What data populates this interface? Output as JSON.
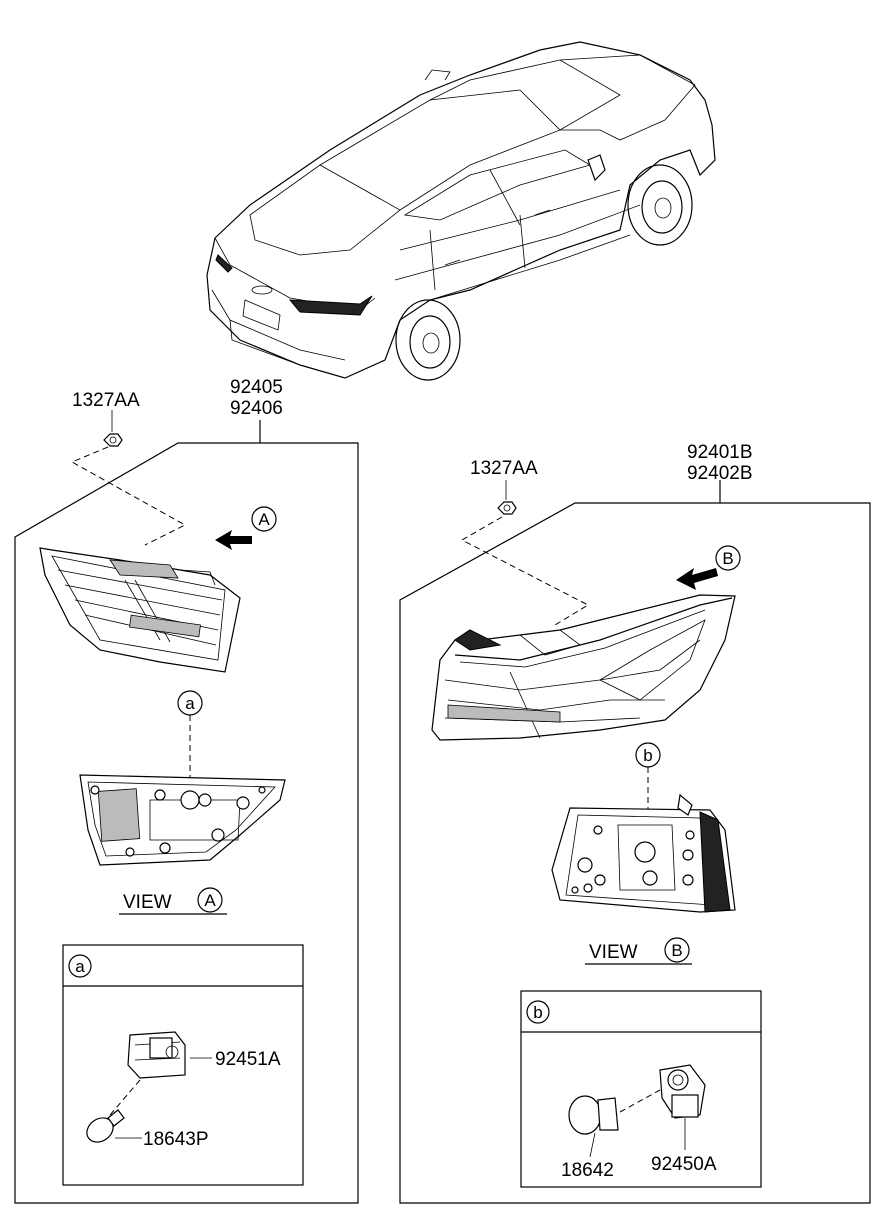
{
  "diagram": {
    "top_left": {
      "nut_part": "1327AA",
      "lamp_parts": [
        "92405",
        "92406"
      ],
      "callout_arrow": "A",
      "callout_bulb": "a",
      "view_word": "VIEW",
      "view_letter": "A"
    },
    "top_right": {
      "nut_part": "1327AA",
      "lamp_parts": [
        "92401B",
        "92402B"
      ],
      "callout_arrow": "B",
      "callout_bulb": "b",
      "view_word": "VIEW",
      "view_letter": "B"
    },
    "detail_a": {
      "letter": "a",
      "socket_part": "92451A",
      "bulb_part": "18643P"
    },
    "detail_b": {
      "letter": "b",
      "bulb_part": "18642",
      "socket_part": "92450A"
    }
  }
}
